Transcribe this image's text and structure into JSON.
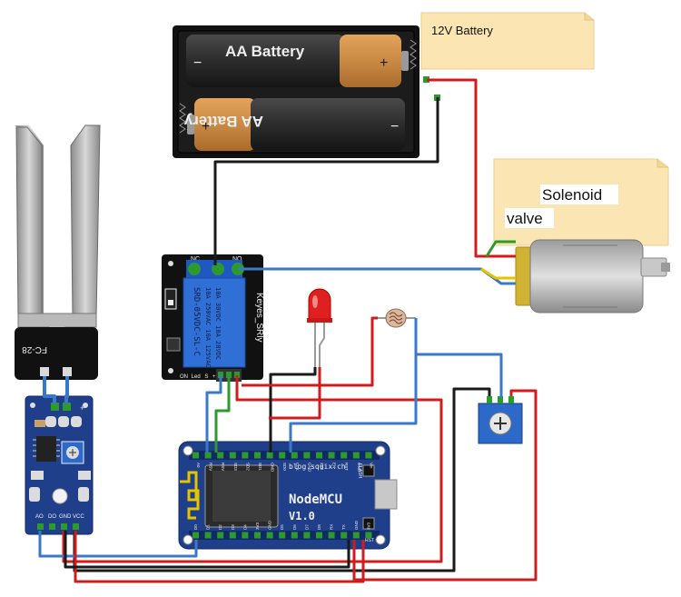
{
  "notes": {
    "battery_note": "12V Battery",
    "solenoid_note_line1": "Solenoid",
    "solenoid_note_line2": "valve"
  },
  "battery": {
    "cell1": "AA Battery",
    "cell2": "AA Battery"
  },
  "sensor_probe": {
    "label": "FC-28"
  },
  "sensor_module": {
    "pins": [
      "AO",
      "DO",
      "GND",
      "VCC"
    ]
  },
  "relay": {
    "top_pins": [
      "NC",
      "NO"
    ],
    "bottom_pins": [
      "ON",
      "Led",
      "S",
      "+",
      "-"
    ],
    "brand": "Keyes_SRly",
    "part": "SRD-05VDC-SL-C",
    "ratings": [
      "10A 250VAC  10A 125VAC",
      "10A 30VDC  10A 28VDC"
    ]
  },
  "nodemcu": {
    "site": "blog.squix.ch",
    "title": "NodeMCU",
    "version": "V1.0",
    "top_button": "FLASH",
    "bottom_button": "RST",
    "top_pins": [
      "A0",
      "RSV",
      "RSV",
      "SD3",
      "SD2",
      "SD1",
      "CMD",
      "SD0",
      "CLK",
      "GND",
      "3V3",
      "EN",
      "RST",
      "GND",
      "Vin"
    ],
    "bottom_pins": [
      "D0",
      "D1",
      "D2",
      "D3",
      "D4",
      "3V3",
      "GND",
      "D5",
      "D6",
      "D7",
      "D8",
      "RX",
      "TX",
      "GND",
      "3V3"
    ]
  },
  "colors": {
    "wire_red": "#d01c1c",
    "wire_black": "#1a1a1a",
    "wire_blue": "#3a78c8",
    "wire_green": "#2d9a2d",
    "wire_yellow": "#e5c400",
    "note_fill": "#fbe6b3",
    "pcb_blue": "#1f3f8a",
    "relay_blue": "#2f6fd6"
  }
}
